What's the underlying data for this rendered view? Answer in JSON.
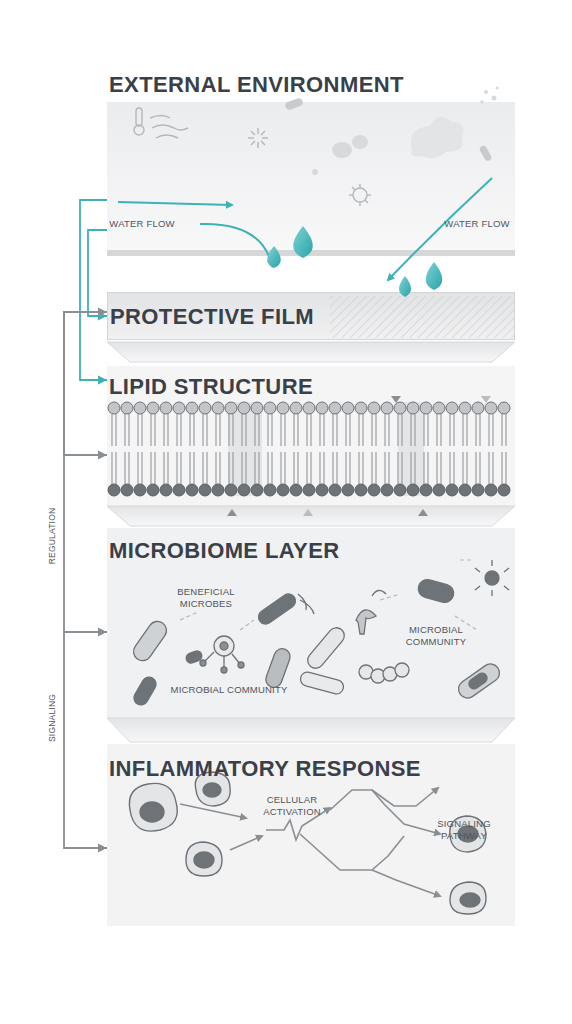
{
  "diagram": {
    "nodes": [
      {
        "text": [
          "EXTERNAL ENVIRONMENT"
        ]
      },
      {
        "text": [
          "PROTECTIVE FILM"
        ]
      },
      {
        "text": [
          "LIPID STRUCTURE"
        ]
      },
      {
        "text": [
          "MICROBIOME LAYER"
        ]
      },
      {
        "text": [
          "INFLAMMATORY RESPONSE"
        ]
      }
    ],
    "edges": [
      {
        "from": 0,
        "to": 1,
        "arrow": "to"
      },
      {
        "from": 0,
        "to": 2,
        "arrow": "to"
      },
      {
        "from": 2,
        "to": 1,
        "arrow": "to"
      },
      {
        "from": 1,
        "to": 2,
        "arrow": "to"
      },
      {
        "from": 2,
        "to": 3,
        "arrow": "to"
      },
      {
        "from": 3,
        "to": 4,
        "arrow": "to"
      }
    ],
    "labels": [
      "WATER FLOW",
      "WATER FLOW",
      "REGULATION",
      "SIGNALING",
      "BENEFICIAL MICROBES",
      "MICROBIAL COMMUNITY",
      "MICROBIAL COMMUNITY",
      "CELLULAR ACTIVATION",
      "SIGNALING PATHWAY"
    ]
  }
}
